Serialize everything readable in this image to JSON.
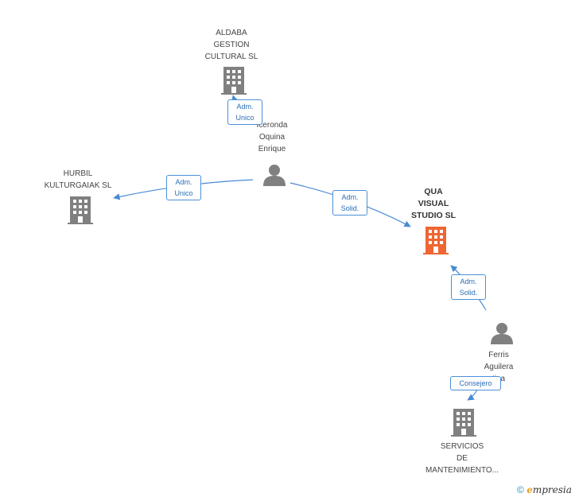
{
  "colors": {
    "edge": "#4a8ad4",
    "node": "#808080",
    "focus": "#ee6633"
  },
  "nodes": {
    "aldaba": {
      "lines": [
        "ALDABA",
        "GESTION",
        "CULTURAL  SL"
      ],
      "icon": "building-icon"
    },
    "person1": {
      "lines": [
        "Iceronda",
        "Oquina",
        "Enrique"
      ],
      "icon": "person-icon"
    },
    "hurbil": {
      "lines": [
        "HURBIL",
        "KULTURGAIAK SL"
      ],
      "icon": "building-icon"
    },
    "qua": {
      "lines": [
        "QUA",
        "VISUAL",
        "STUDIO SL"
      ],
      "icon": "building-icon"
    },
    "person2": {
      "lines": [
        "Ferris",
        "Aguilera",
        "tina"
      ],
      "icon": "person-icon"
    },
    "servicios": {
      "lines": [
        "SERVICIOS",
        "DE",
        "MANTENIMIENTO..."
      ],
      "icon": "building-icon"
    }
  },
  "edges": {
    "e1": {
      "lines": [
        "Adm.",
        "Unico"
      ]
    },
    "e2": {
      "lines": [
        "Adm.",
        "Unico"
      ]
    },
    "e3": {
      "lines": [
        "Adm.",
        "Solid."
      ]
    },
    "e4": {
      "lines": [
        "Adm.",
        "Solid."
      ]
    },
    "e5": {
      "lines": [
        "Consejero"
      ]
    }
  },
  "footer": {
    "copyright": "©",
    "brand_initial": "e",
    "brand_rest": "mpresia"
  }
}
